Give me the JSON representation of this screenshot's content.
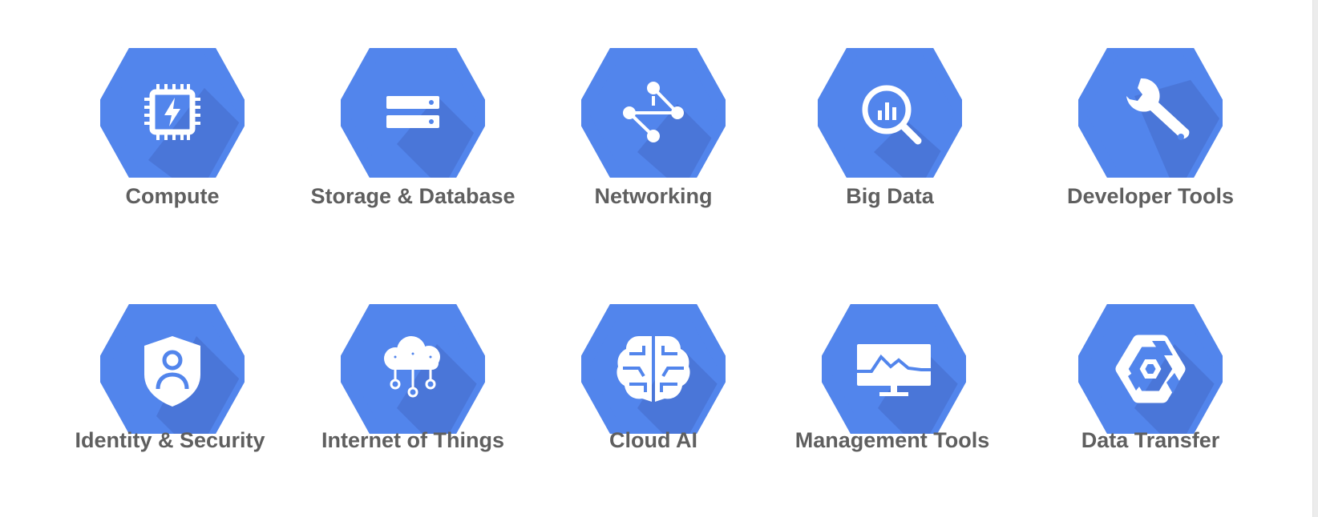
{
  "accent_color": "#5285ec",
  "shadow_color": "#4a76d8",
  "label_color": "#5f5f5f",
  "tiles": [
    {
      "label": "Compute",
      "icon": "chip-icon"
    },
    {
      "label": "Storage & Database",
      "icon": "storage-icon"
    },
    {
      "label": "Networking",
      "icon": "network-icon"
    },
    {
      "label": "Big Data",
      "icon": "magnifier-chart-icon"
    },
    {
      "label": "Developer Tools",
      "icon": "wrench-icon"
    },
    {
      "label": "Identity & Security",
      "icon": "shield-user-icon"
    },
    {
      "label": "Internet of Things",
      "icon": "cloud-circuit-icon"
    },
    {
      "label": "Cloud AI",
      "icon": "brain-icon"
    },
    {
      "label": "Management Tools",
      "icon": "monitor-icon"
    },
    {
      "label": "Data Transfer",
      "icon": "transfer-hex-icon"
    }
  ]
}
